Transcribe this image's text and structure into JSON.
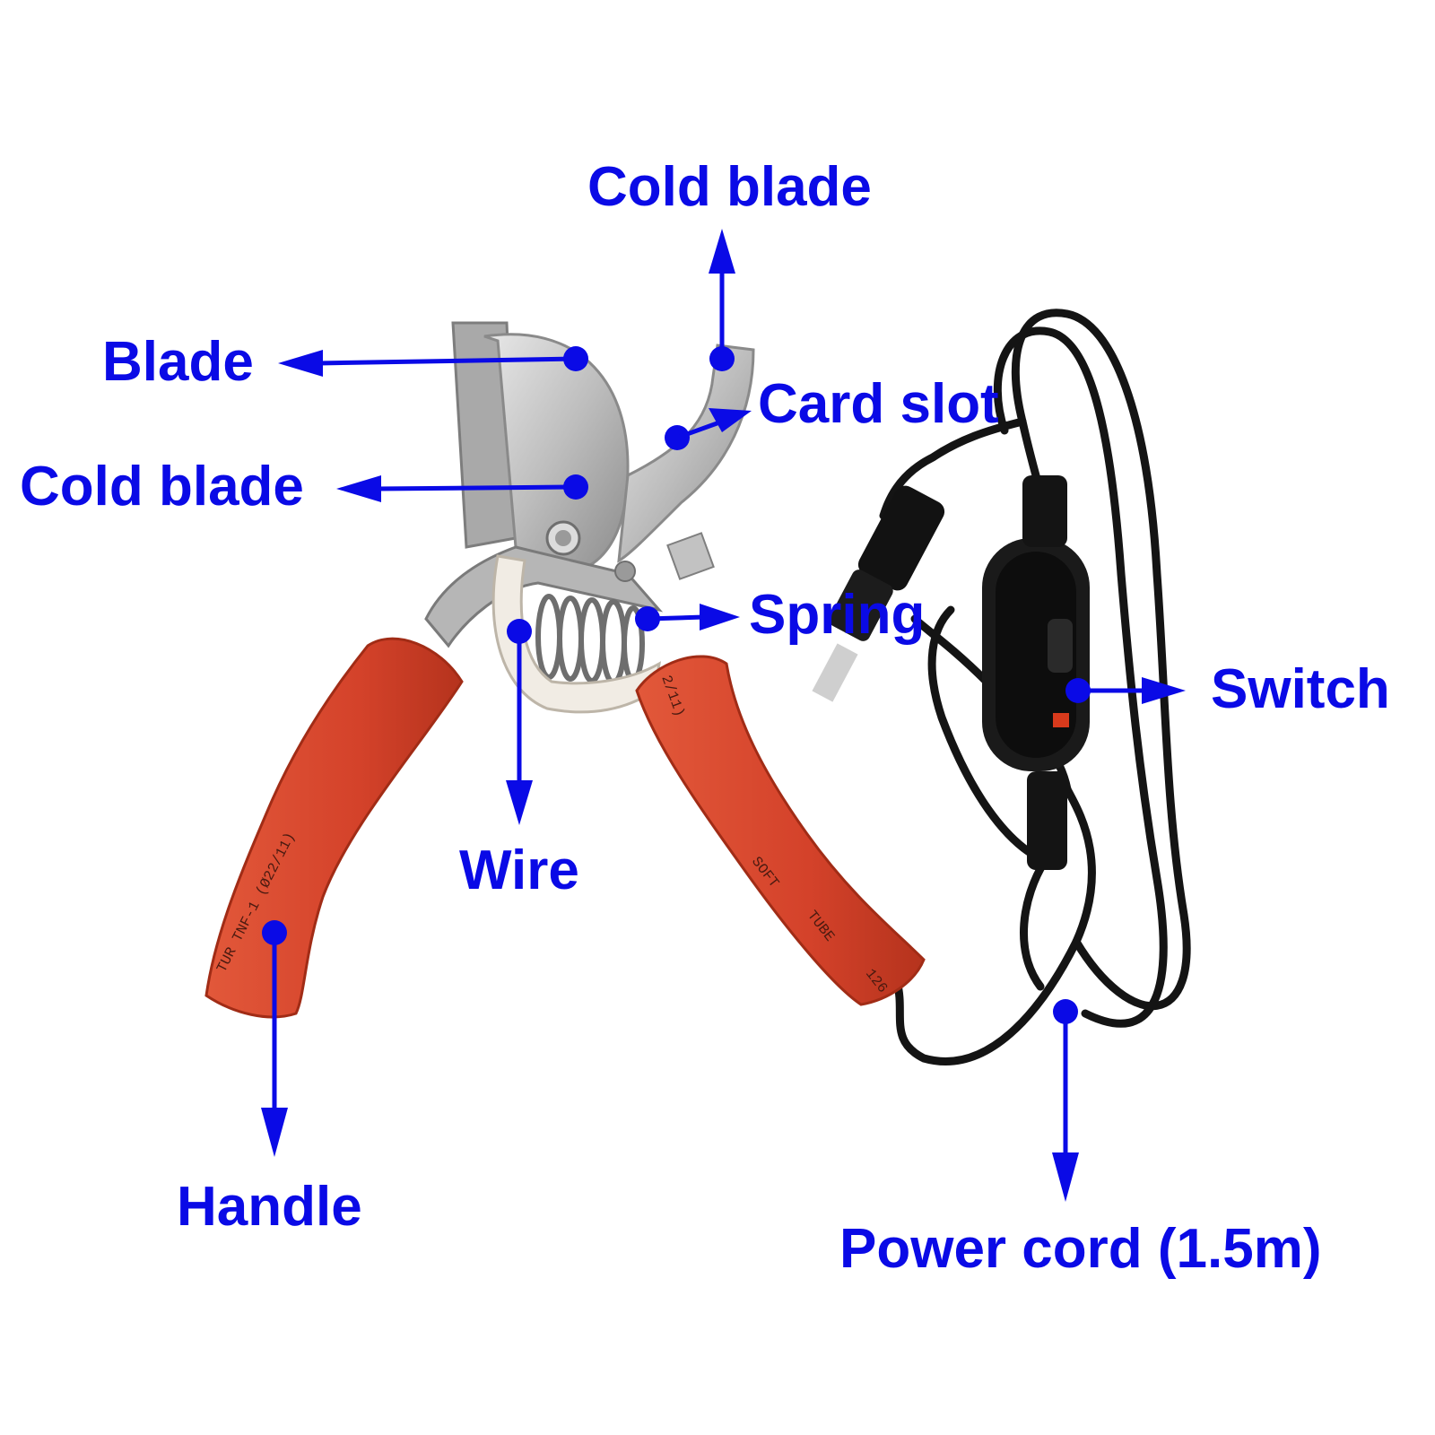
{
  "colors": {
    "annotation": "#0a0ae6",
    "handle": "#d9462a",
    "handle_shadow": "#b8341c",
    "steel": "#c9c9c9",
    "steel_dark": "#8a8a8a",
    "cord": "#141414",
    "background": "#ffffff"
  },
  "product": {
    "handle_left_stamp": "TUR  TNF-1  (Ø22/11)",
    "handle_right_stamp_1": "SOFT",
    "handle_right_stamp_2": "TUBE",
    "handle_right_stamp_3": "126",
    "handle_right_stamp_4": "2/11)"
  },
  "labels": {
    "cold_blade_top": "Cold blade",
    "blade": "Blade",
    "card_slot": "Card slot",
    "cold_blade_left": "Cold blade",
    "spring": "Spring",
    "switch": "Switch",
    "wire": "Wire",
    "handle": "Handle",
    "power_cord": "Power cord (1.5m)"
  }
}
